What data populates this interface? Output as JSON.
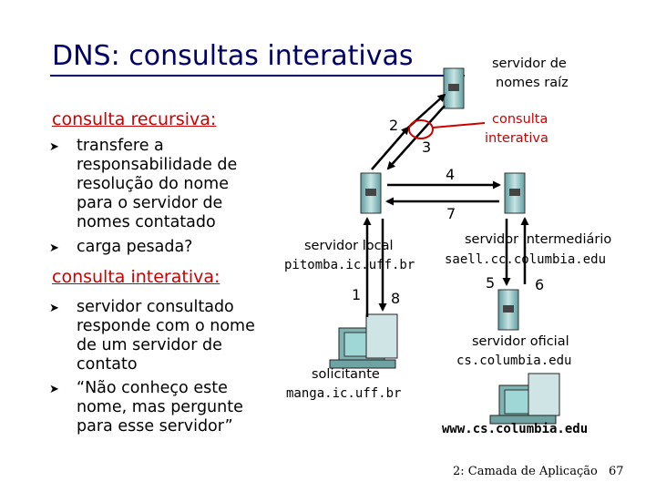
{
  "title": "DNS: consultas interativas",
  "root_server_label": [
    "servidor de",
    "nomes raíz"
  ],
  "recursive": {
    "heading": "consulta recursiva:",
    "bullets": [
      [
        "transfere a",
        "responsabilidade de",
        "resolução do nome",
        "para o servidor de",
        "nomes contatado"
      ],
      [
        "carga pesada?"
      ]
    ]
  },
  "iterative": {
    "heading": "consulta interativa:",
    "bullets": [
      [
        "servidor consultado",
        "responde com o nome",
        "de um servidor de",
        "contato"
      ],
      [
        "“Não conheço este",
        "nome, mas pergunte",
        "para esse servidor”"
      ]
    ]
  },
  "iterative_query_label": [
    "consulta",
    "interativa"
  ],
  "local_server": {
    "label": "servidor local",
    "host": "pitomba.ic.uff.br"
  },
  "intermediate_server": {
    "label": "servidor intermediário",
    "host": "saell.cc.columbia.edu"
  },
  "authoritative_server": {
    "label": "servidor oficial",
    "host": "cs.columbia.edu"
  },
  "requester": {
    "label": "solicitante",
    "host": "manga.ic.uff.br"
  },
  "destination_host": "www.cs.columbia.edu",
  "step_numbers": {
    "s2": "2",
    "s3": "3",
    "s4": "4",
    "s7": "7",
    "s1": "1",
    "s8": "8",
    "s5": "5",
    "s6": "6"
  },
  "footer": {
    "chapter": "2: Camada de Aplicação",
    "page": "67"
  },
  "colors": {
    "title": "#000066",
    "accent_red": "#cc0000",
    "server_teal": "#7fb3b3",
    "arrow_black": "#000000"
  }
}
